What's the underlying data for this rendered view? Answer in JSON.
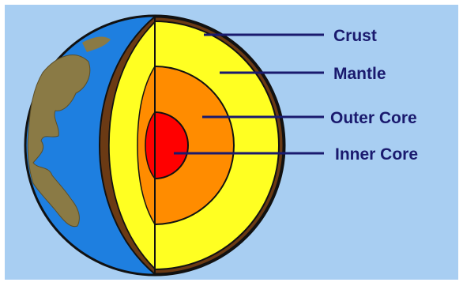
{
  "diagram": {
    "layers": [
      {
        "id": "crust",
        "label": "Crust",
        "color": "#8b4b1c"
      },
      {
        "id": "mantle",
        "label": "Mantle",
        "color": "#ffff22"
      },
      {
        "id": "outer_core",
        "label": "Outer Core",
        "color": "#ff8c00"
      },
      {
        "id": "inner_core",
        "label": "Inner Core",
        "color": "#ff0000"
      }
    ],
    "colors": {
      "background": "#a8cef2",
      "ocean": "#1e7fe0",
      "land": "#8a7a45",
      "leader_line": "#1a1a6e"
    }
  }
}
